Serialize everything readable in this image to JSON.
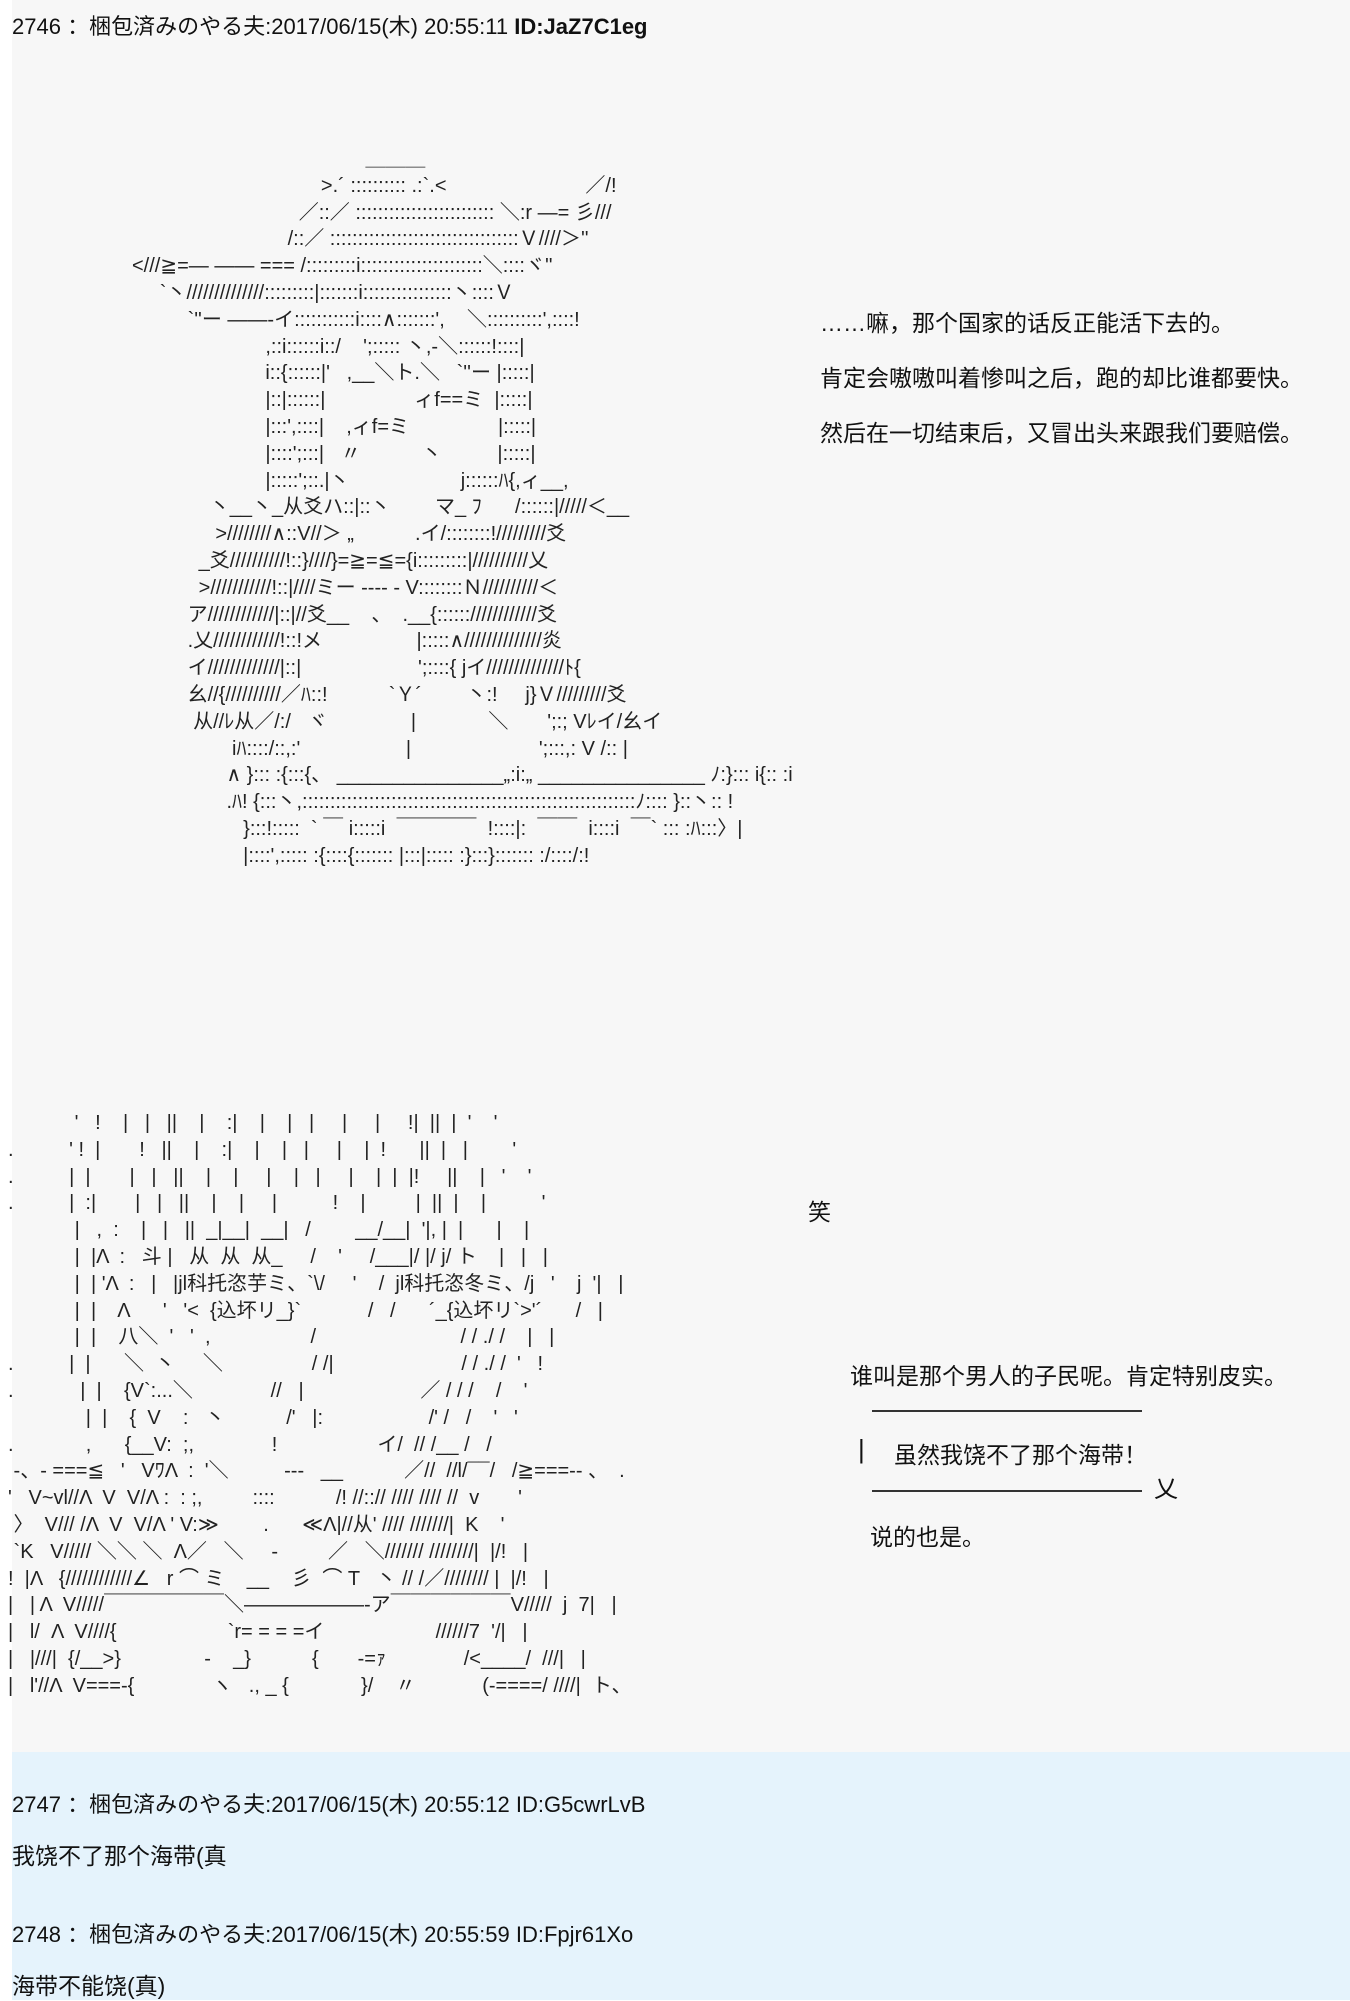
{
  "posts": [
    {
      "number": "2746",
      "name": "：梱包済みのやる夫",
      "date": ":2017/06/15(木) 20:55:11",
      "id": "ID:JaZ7C1eg",
      "aa_top": [
        "                                          ＿＿＿",
        "                                  >.´ :::::::::: .:`.<                         ／/!",
        "                              ／::／ ::::::::::::::::::::::::: ＼:r ―= 彡///",
        "                            /::／ ::::::::::::::::::::::::::::::::::Ｖ////＞''",
        "<///≧=― ―― === /:::::::::i::::::::::::::::::::::＼::::ヾ''",
        "     `丶//////////////:::::::::|:::::::i::::::::::::::::丶::::Ｖ",
        "          `''ー ――-イ:::::::::::i::::∧:::::::',    ＼::::::::::',::::!",
        "                        ,::i::::::i::/    ';::::: 丶,-＼::::::!::::|",
        "                        i::{::::::|'   ,__＼ト.＼   `''ー |:::::|",
        "                        |::|::::::|                ィf==ミ  |:::::|",
        "                        |:::',::::|    ,ィf=ミ                |:::::|",
        "                        |::::';:::|   〃           丶          |:::::|",
        "                        |:::::';::.|丶                    j::::::ﾊ{,ィ__,",
        "              丶__丶_从爻ハ::|::丶        マ_ ﾌ      /::::::|/////＜__",
        "               >////////∧::V//＞ „           .イ/::::::::!/////////爻",
        "            _爻//////////!::}////}=≧=≦={i:::::::::|//////////乂",
        "            >///////////!::|////ミー ---- - V::::::::Ｎ//////////＜",
        "          ア////////////|::|//爻__    、  .__{::::::////////////爻",
        "          .乂////////////!::!メ                 |:::::∧//////////////炎",
        "          イ/////////////|::|                     ';::::{ jイ//////////////ﾄ{",
        "          幺//{//////////／ﾊ::!           `Ｙ´        丶:!     j}Ｖ/////////爻",
        "           从//ﾚ从／/:/   ヾ               |             ＼       ';:; Vﾚイ/幺イ",
        "                  iﾊ::::/::,:'                   |                       ';:::,: V /:: |",
        "                 ∧ }::: :{:::{、 _______________„:i:„ _______________ ﾉ:}::: i{:: :i",
        "                 .ﾊ! {:::丶,::::::::::::::::::::::::::::::::::::::::::::::::::::::::::::ﾉ:::: }::丶:: !",
        "                    }:::!:::::  ` ￣ i:::::i  ￣￣￣￣  !::::|:  ￣￣  i::::i  ￣` ::: :ﾊ:::〉|",
        "                    |::::',::::: :{::::{::::::: |:::|::::: :}:::}::::::: :/::::/:!"
      ],
      "side_lines": [
        "……嘛，那个国家的话反正能活下去的。",
        "肯定会嗷嗷叫着惨叫之后，跑的却比谁都要快。",
        "然后在一切结束后，又冒出头来跟我们要赔偿。"
      ],
      "aa_bottom": [
        "            '   !    |   |   ||    |    :|    |    |   |     |     |     !|  ||  |  '    '",
        ".          ' !  |       !   ||    |    :|    |    |   |     |    |  !      ||  |   |        '",
        ".          |  |       |   |   ||    |    |     |    |   |     |    |  |  |!     ||    |   '    '",
        ".          |  :|       |   |   ||    |    |     |          !    |         |  ||  |    |          '",
        "            |   ,  :    |   |   ||  _|__|  __|   /        __/__|  '|, |  |      |    |",
        "            |  |Λ  :   斗 |   从  从  从_     /    '     /___|/ |/ j/ ト    |   |   |",
        "            |  | 'Λ  :   |   |jl科托恣芋ミ、`\\/     '    /  jl科托恣冬ミ、/j   '    j  '|   |",
        "            |  |    Λ      '   '<  {込坏リ_}`            /   /      ´_{込坏リ`>'´      /   |",
        "            |  |    八＼  '   '  ,                  /                          / / ./ /    |   |",
        ".          |  |      ＼  丶     ＼                / /|                       / / ./ /  '   !",
        ".            |  |    {V`:...＼              //   |                     ／ / / /    /    '",
        "              |  |    {  V    :   丶           /'   |:                   /' /   /    '   '",
        ".             ,      {__V:  ;,              !                  イ/  // /__ /   /",
        " -、- ===≦   '   VﾜΛ  :  '＼          ---   __           ／//  //l/¯¯/   /≧===-- 、  .",
        "'   V~vl//Λ  V  V/Λ :  : ;,         ::::           /! //::// //// //// //  v       '",
        " 〉  V/// /Λ  V  V/Λ ' V:≫        .      ≪Λ|//从' //// ///////|  K    '",
        " `K   V///// ＼＼ ＼  Λ／   ＼     -         ／   ＼/////// ////////|  |/!   |",
        "!  |Λ   {////////////∠   r ⌒ ミ    __    彡  ⌒ T   丶 // /／//////// |  |/!   |",
        "|   | Λ  V/////￣￣￣￣￣￣＼――――――‐ア￣￣￣￣￣￣V/////  j  7|   |",
        "|   l/  Λ  V////{                    `r= = = =イ                    //////7  '/|   |",
        "|   |///|  {/__>}               -    _}           {       -=ｧ              /<____/  ///|   |",
        "|   l'//Λ  V===-{              ヽ   ., _ {             }/    〃            (-====/ ////|  ト、"
      ],
      "laugh": "笑",
      "line_who": "谁叫是那个男人的子民呢。肯定特别皮实。",
      "bubble_text": "虽然我饶不了那个海带！",
      "bubble_left_glyph": "|",
      "bubble_right_glyph": "乂",
      "line_agree": "说的也是。"
    },
    {
      "number": "2747",
      "name": "：梱包済みのやる夫",
      "date": ":2017/06/15(木) 20:55:12",
      "id": "ID:G5cwrLvB",
      "body": "我饶不了那个海带(真"
    },
    {
      "number": "2748",
      "name": "：梱包済みのやる夫",
      "date": ":2017/06/15(木) 20:55:59",
      "id": "ID:Fpjr61Xo",
      "body": "海带不能饶(真)"
    }
  ]
}
